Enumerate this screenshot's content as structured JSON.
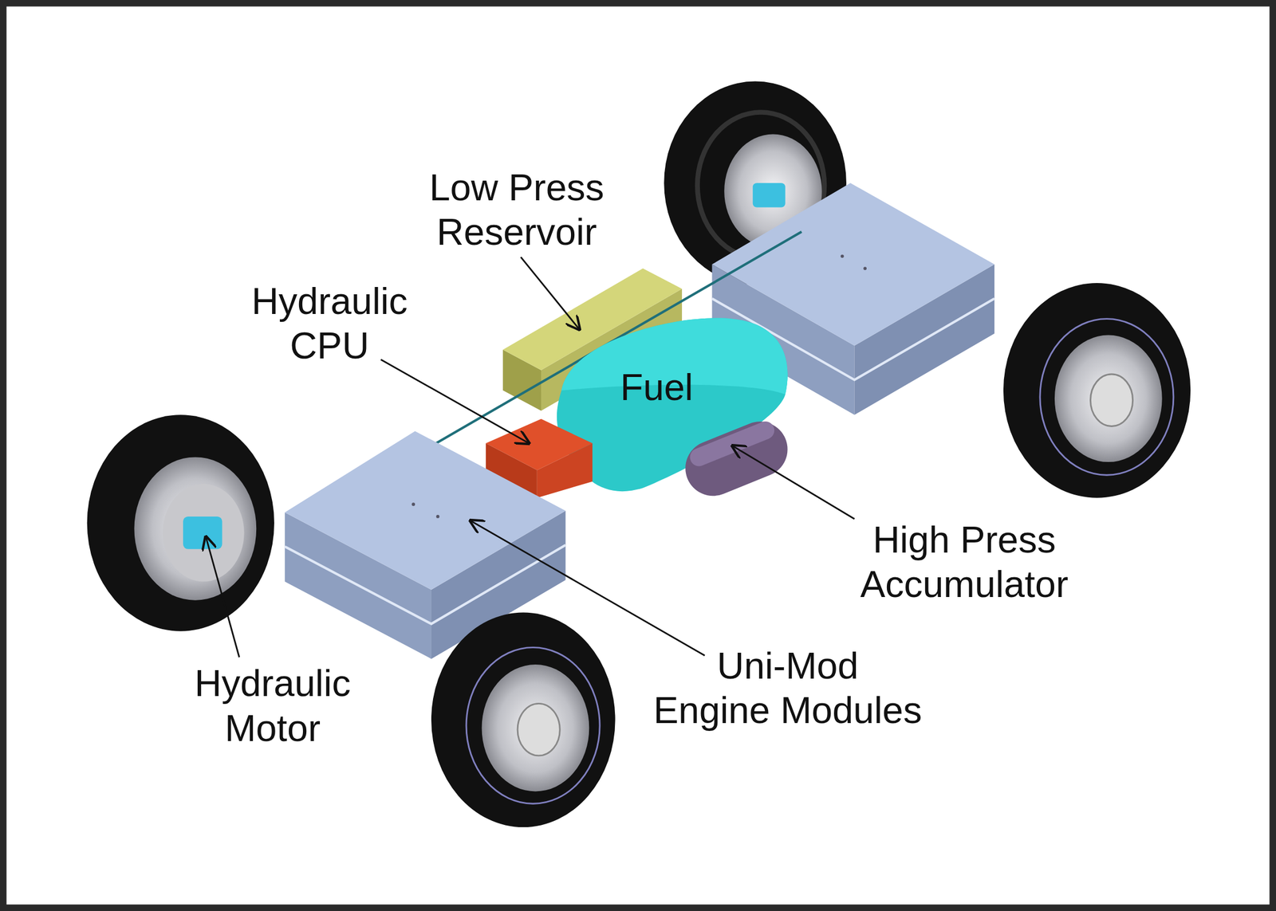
{
  "diagram": {
    "nodes": [
      {
        "text": [
          "Fuel"
        ]
      }
    ],
    "labels": [
      "Low Press Reservoir",
      "Hydraulic CPU",
      "High Press Accumulator",
      "Uni-Mod Engine Modules",
      "Hydraulic Motor"
    ]
  }
}
